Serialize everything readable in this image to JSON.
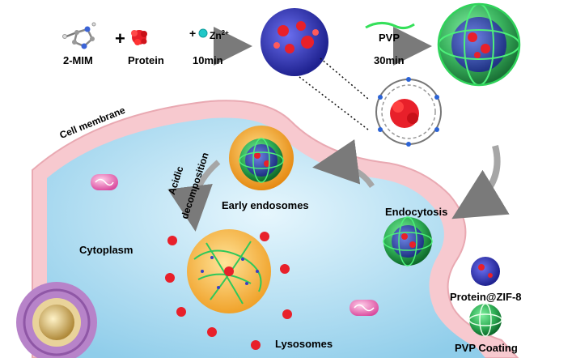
{
  "labels": {
    "mim": "2-MIM",
    "protein": "Protein",
    "zn": "Zn",
    "zn_charge": "2+",
    "plus": "+",
    "time1": "10min",
    "pvp": "PVP",
    "time2": "30min",
    "cell_membrane": "Cell membrane",
    "acidic": "Acidic",
    "decomposition": "decomposition",
    "early_endosomes": "Early endosomes",
    "endocytosis": "Endocytosis",
    "cytoplasm": "Cytoplasm",
    "lysosomes": "Lysosomes",
    "protein_zif8": "Protein@ZIF-8",
    "pvp_coating": "PVP Coating"
  },
  "colors": {
    "cytoplasm": "#bfe3f5",
    "membrane": "#f7c9cf",
    "zif_blue": "#3b3fc4",
    "protein_red": "#e8202a",
    "pvp_green": "#35c95a",
    "endosome_orange": "#f5b13a",
    "zn_cyan": "#20c8c8"
  }
}
